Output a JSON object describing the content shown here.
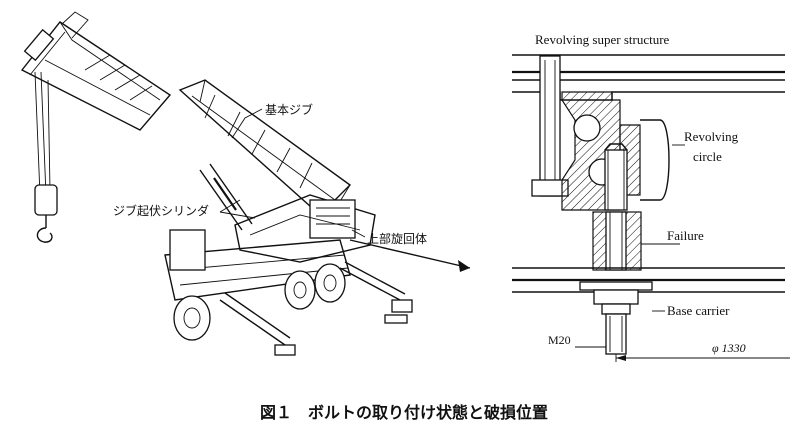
{
  "caption": "図１　ボルトの取り付け状態と破損位置",
  "crane_labels": {
    "boom": "基本ジブ",
    "cylinder": "ジブ起伏シリンダ",
    "upper": "上部旋回体"
  },
  "detail_labels": {
    "super_structure": "Revolving super structure",
    "circle_line1": "Revolving",
    "circle_line2": "circle",
    "failure": "Failure",
    "base_carrier": "Base carrier",
    "bolt_size": "M20",
    "diameter": "φ 1330"
  }
}
